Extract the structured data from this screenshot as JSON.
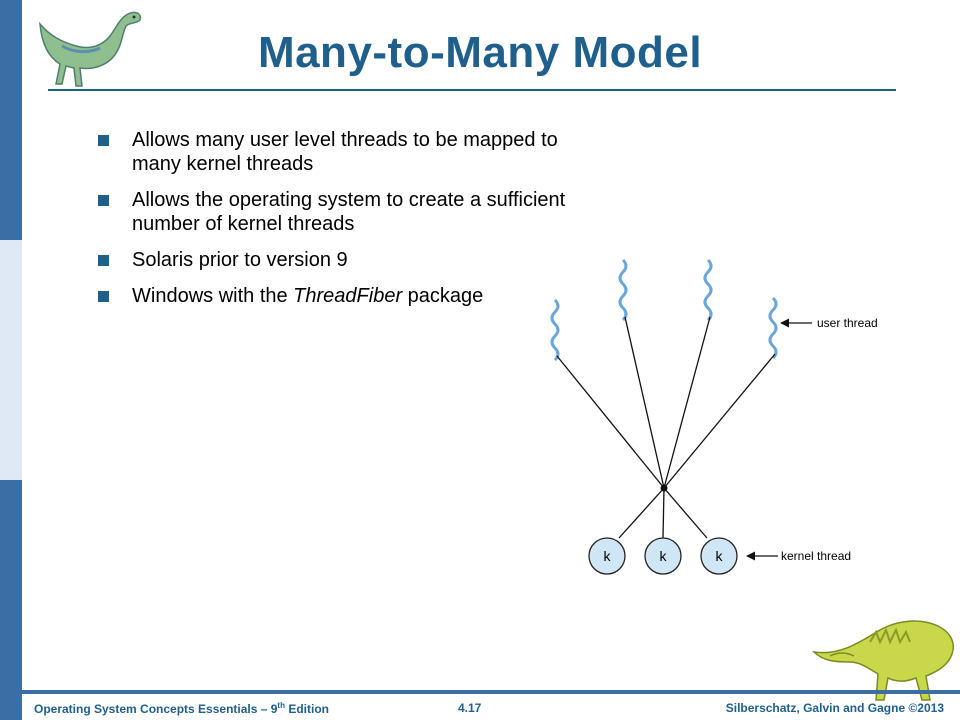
{
  "slide": {
    "title": "Many-to-Many Model",
    "bullets": [
      "Allows many user level threads to be mapped to many kernel threads",
      "Allows the  operating system to create a sufficient number of kernel threads",
      "Solaris prior to version 9"
    ],
    "bullet4_prefix": "Windows  with the ",
    "bullet4_italic": "ThreadFiber",
    "bullet4_suffix": " package"
  },
  "diagram": {
    "user_thread_label": "user thread",
    "kernel_thread_label": "kernel thread",
    "kernel_node_letter": "k"
  },
  "footer": {
    "left_prefix": "Operating System Concepts Essentials – 9",
    "left_sup": "th",
    "left_suffix": " Edition",
    "page": "4.17",
    "right": "Silberschatz, Galvin and Gagne ©2013"
  },
  "colors": {
    "accent": "#1f5f8b",
    "sidebar": "#3a6ea5",
    "sidebar_light": "#dfe9f6",
    "thread_wave": "#6aa6d8",
    "kernel_node": "#cfe6f7"
  }
}
